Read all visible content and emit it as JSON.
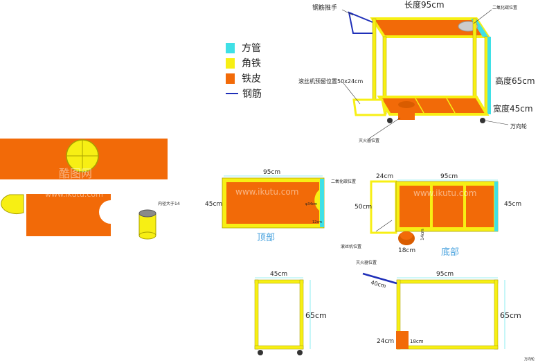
{
  "colors": {
    "square_tube": "#3fe0e6",
    "angle_iron": "#f7ef14",
    "sheet_iron": "#f26a08",
    "rebar": "#1f2fb8",
    "frame_edge": "#a8a000",
    "blue_text": "#4aa3df"
  },
  "legend": [
    {
      "label": "方管",
      "color": "#3fe0e6"
    },
    {
      "label": "角铁",
      "color": "#f7ef14"
    },
    {
      "label": "铁皮",
      "color": "#f26a08"
    },
    {
      "label": "钢筋",
      "color": "#1f2fb8",
      "kind": "line"
    }
  ],
  "perspective": {
    "length": "长度95cm",
    "height": "高度65cm",
    "width": "宽度45cm",
    "handle": "钢筋推手",
    "co2_slot": "二氧化碳位置",
    "machine_slot": "滚丝机预留位置50x24cm",
    "extinguisher": "灭火器位置",
    "wheel": "万向轮"
  },
  "parts": {
    "cylinder_label": "内径大于14"
  },
  "top_view": {
    "width": "95cm",
    "depth": "45cm",
    "co2": "二氧化碳位置",
    "hole": "φ34cm",
    "edge": "12cm",
    "title": "顶部"
  },
  "bottom_view": {
    "w1": "24cm",
    "w2": "95cm",
    "depth": "50cm",
    "depth2": "45cm",
    "machine": "滚丝机位置",
    "ext": "灭火器位置",
    "d18": "18cm",
    "d14": "14cm",
    "title": "底部"
  },
  "side_view": {
    "width": "45cm",
    "height": "65cm"
  },
  "front_view": {
    "length": "95cm",
    "height": "65cm",
    "handle": "40cm",
    "w24": "24cm",
    "d18": "18cm",
    "wheel": "万向轮"
  },
  "watermarks": [
    "酷图网",
    "www.ikutu.com"
  ]
}
